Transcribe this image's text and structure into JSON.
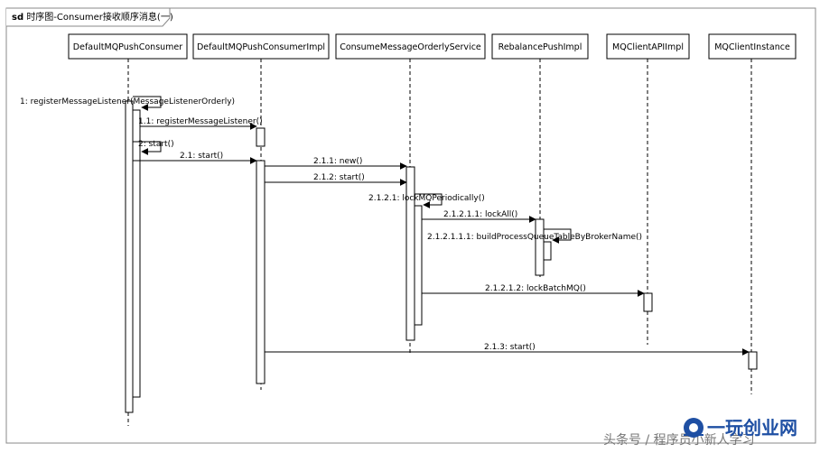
{
  "frame": {
    "keyword": "sd",
    "title": "时序图-Consumer接收顺序消息(一)"
  },
  "participants": [
    {
      "id": "p1",
      "name": "DefaultMQPushConsumer"
    },
    {
      "id": "p2",
      "name": "DefaultMQPushConsumerImpl"
    },
    {
      "id": "p3",
      "name": "ConsumeMessageOrderlyService"
    },
    {
      "id": "p4",
      "name": "RebalancePushImpl"
    },
    {
      "id": "p5",
      "name": "MQClientAPIImpl"
    },
    {
      "id": "p6",
      "name": "MQClientInstance"
    }
  ],
  "messages": [
    {
      "id": "m1",
      "label": "1: registerMessageListener(MessageListenerOrderly)"
    },
    {
      "id": "m2",
      "label": "1.1: registerMessageListener()"
    },
    {
      "id": "m3",
      "label": "2: start()"
    },
    {
      "id": "m4",
      "label": "2.1: start()"
    },
    {
      "id": "m5",
      "label": "2.1.1: new()"
    },
    {
      "id": "m6",
      "label": "2.1.2: start()"
    },
    {
      "id": "m7",
      "label": "2.1.2.1: lockMQPeriodically()"
    },
    {
      "id": "m8",
      "label": "2.1.2.1.1: lockAll()"
    },
    {
      "id": "m9",
      "label": "2.1.2.1.1.1: buildProcessQueueTableByBrokerName()"
    },
    {
      "id": "m10",
      "label": "2.1.2.1.2: lockBatchMQ()"
    },
    {
      "id": "m11",
      "label": "2.1.3: start()"
    }
  ],
  "watermark": {
    "prefix": "头条号 / 程序员小新人学习",
    "brand": "一玩创业网"
  }
}
